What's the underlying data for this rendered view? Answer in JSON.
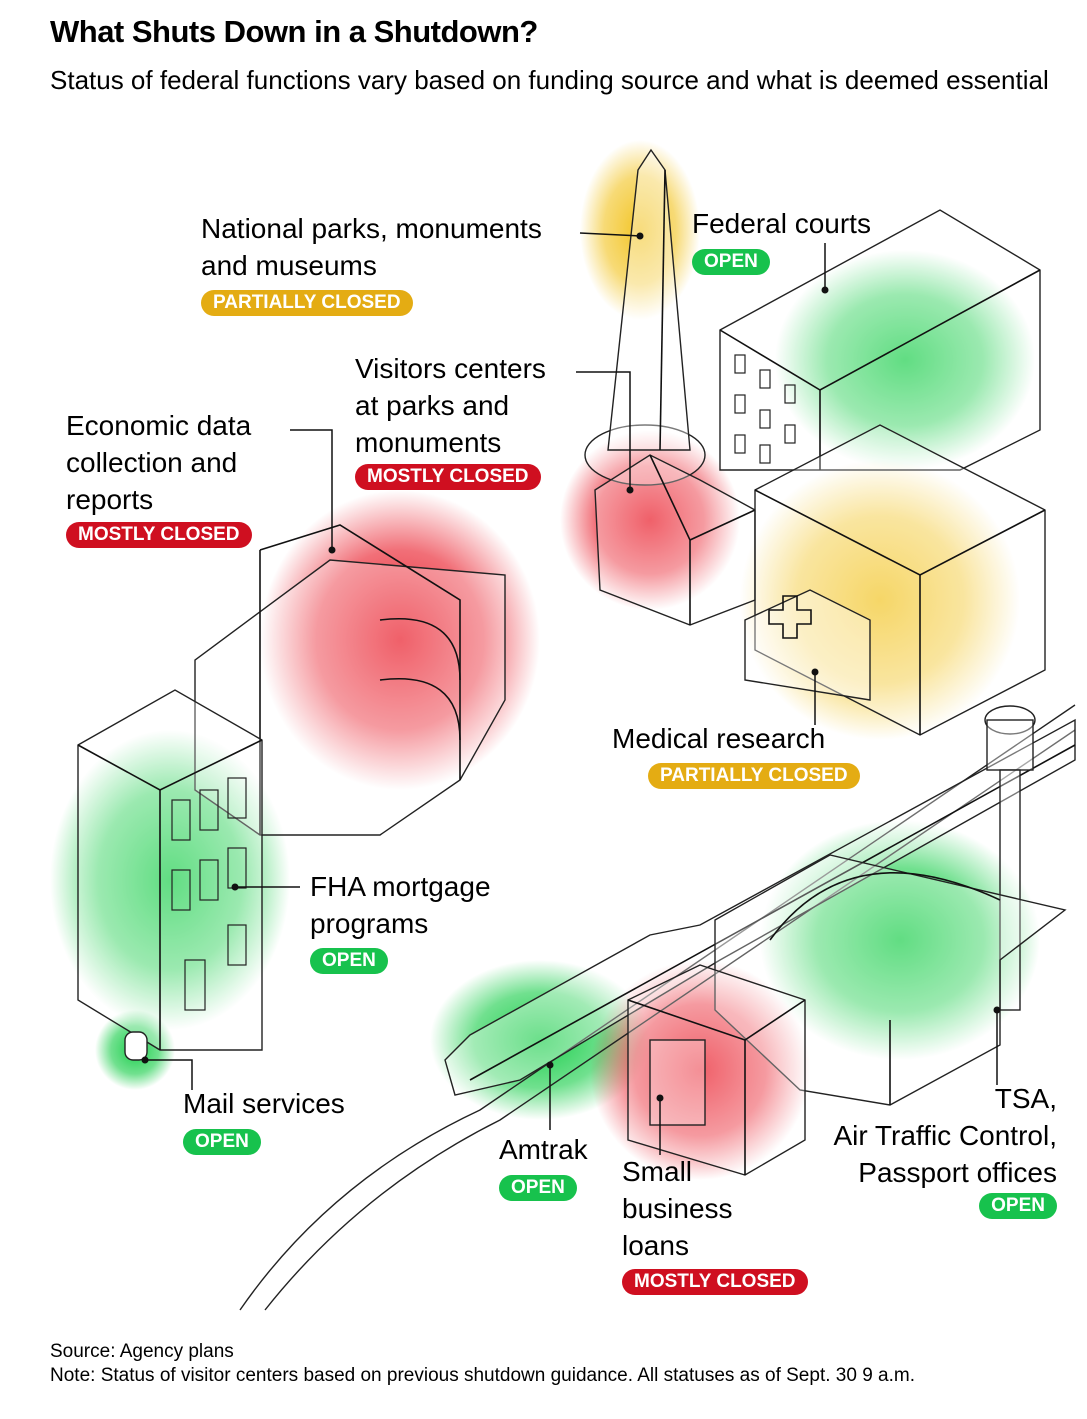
{
  "header": {
    "title": "What Shuts Down in a Shutdown?",
    "subtitle": "Status of federal functions vary based on funding source and what is deemed essential"
  },
  "status_colors": {
    "OPEN": "#17c24d",
    "PARTIALLY CLOSED": "#e4ac13",
    "MOSTLY CLOSED": "#cf0f20"
  },
  "items": [
    {
      "label": "National parks, monuments\nand museums",
      "status": "PARTIALLY CLOSED"
    },
    {
      "label": "Federal courts",
      "status": "OPEN"
    },
    {
      "label": "Visitors centers\nat parks and\nmonuments",
      "status": "MOSTLY CLOSED"
    },
    {
      "label": "Economic data\ncollection and\nreports",
      "status": "MOSTLY CLOSED"
    },
    {
      "label": "Medical research",
      "status": "PARTIALLY CLOSED"
    },
    {
      "label": "FHA mortgage\nprograms",
      "status": "OPEN"
    },
    {
      "label": "Mail services",
      "status": "OPEN"
    },
    {
      "label": "Amtrak",
      "status": "OPEN"
    },
    {
      "label": "Small\nbusiness\nloans",
      "status": "MOSTLY CLOSED"
    },
    {
      "label": "TSA,\nAir Traffic Control,\nPassport offices",
      "status": "OPEN"
    }
  ],
  "footer": {
    "source": "Source: Agency plans",
    "note": "Note: Status of visitor centers based on previous shutdown guidance. All statuses as of Sept. 30 9 a.m."
  }
}
